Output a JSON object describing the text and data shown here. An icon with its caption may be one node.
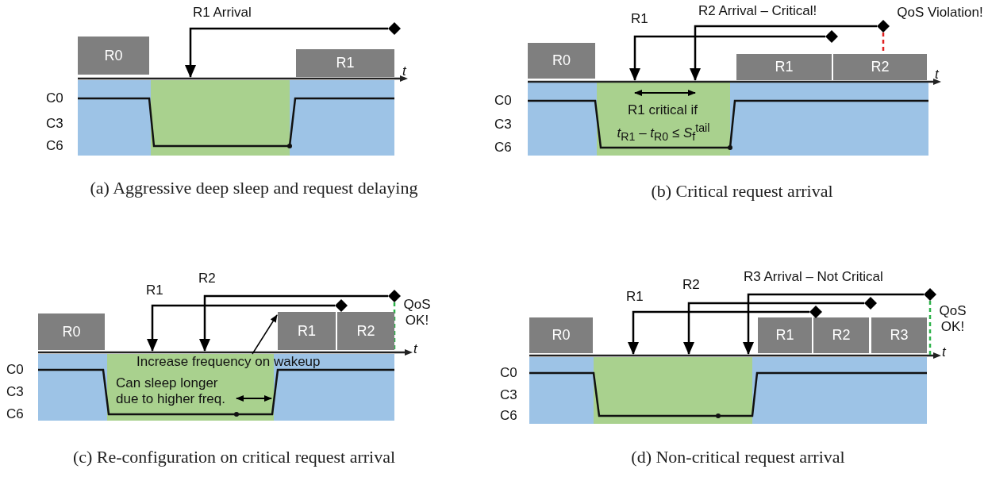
{
  "diagram": {
    "nodes": [
      {
        "text": [
          "R0"
        ]
      },
      {
        "text": [
          "R1"
        ]
      },
      {
        "text": [],
        "shape": "diamond"
      },
      {
        "text": [
          "R0"
        ]
      },
      {
        "text": [
          "R1"
        ]
      },
      {
        "text": [
          "R2"
        ]
      },
      {
        "text": [],
        "shape": "diamond"
      },
      {
        "text": [],
        "shape": "diamond"
      },
      {
        "text": [
          "R0"
        ]
      },
      {
        "text": [
          "R1"
        ]
      },
      {
        "text": [
          "R2"
        ]
      },
      {
        "text": [],
        "shape": "diamond"
      },
      {
        "text": [],
        "shape": "diamond"
      },
      {
        "text": [
          "Increase frequency on wakeup"
        ],
        "in": 23
      },
      {
        "text": [
          "R0"
        ]
      },
      {
        "text": [
          "R1"
        ]
      },
      {
        "text": [
          "R2"
        ]
      },
      {
        "text": [
          "R3"
        ]
      },
      {
        "text": [],
        "shape": "diamond"
      },
      {
        "text": [],
        "shape": "diamond"
      },
      {
        "text": [],
        "shape": "diamond"
      },
      {
        "text": [],
        "shape": "bar"
      },
      {
        "text": [],
        "shape": "bar"
      },
      {
        "text": [],
        "shape": "bar"
      },
      {
        "text": [],
        "shape": "bar"
      }
    ],
    "edges": [
      {
        "from": 2,
        "to": 21,
        "arrow": "to",
        "label": "R1 Arrival"
      },
      {
        "from": 6,
        "to": 22,
        "arrow": "to",
        "label": "R1"
      },
      {
        "from": 7,
        "to": 22,
        "arrow": "to",
        "label": "R2 Arrival – Critical!"
      },
      {
        "from": 11,
        "to": 23,
        "arrow": "to",
        "label": "R1"
      },
      {
        "from": 12,
        "to": 23,
        "arrow": "to",
        "label": "R2"
      },
      {
        "from": 13,
        "to": 9,
        "arrow": "to"
      },
      {
        "from": 18,
        "to": 24,
        "arrow": "to",
        "label": "R1"
      },
      {
        "from": 19,
        "to": 24,
        "arrow": "to",
        "label": "R2"
      },
      {
        "from": 20,
        "to": 24,
        "arrow": "to",
        "label": "R3 Arrival – Not Critical"
      },
      {
        "from": 7,
        "to": 5,
        "arrow": "none",
        "style": "dashed",
        "color": "#e02020"
      },
      {
        "from": 12,
        "to": 23,
        "arrow": "none",
        "style": "dashed",
        "color": "#2db34a"
      },
      {
        "from": 20,
        "to": 24,
        "arrow": "none",
        "style": "dashed",
        "color": "#2db34a"
      }
    ],
    "labels": [
      "C0",
      "C3",
      "C6",
      "t",
      "(a) Aggressive deep sleep and request delaying",
      "QoS Violation!",
      "C0",
      "C3",
      "C6",
      "t",
      "R1 critical if",
      "*t*$_{R1}$ – *t*$_{R0}$ ≤ *S*$_{f}$$^{tail}$",
      "(b) Critical request arrival",
      "QoS OK!",
      "C0",
      "C3",
      "C6",
      "t",
      "Can sleep longer due to higher freq.",
      "(c) Re-configuration on critical request arrival",
      "QoS OK!",
      "C0",
      "C3",
      "C6",
      "t",
      "(d) Non-critical request arrival"
    ]
  }
}
